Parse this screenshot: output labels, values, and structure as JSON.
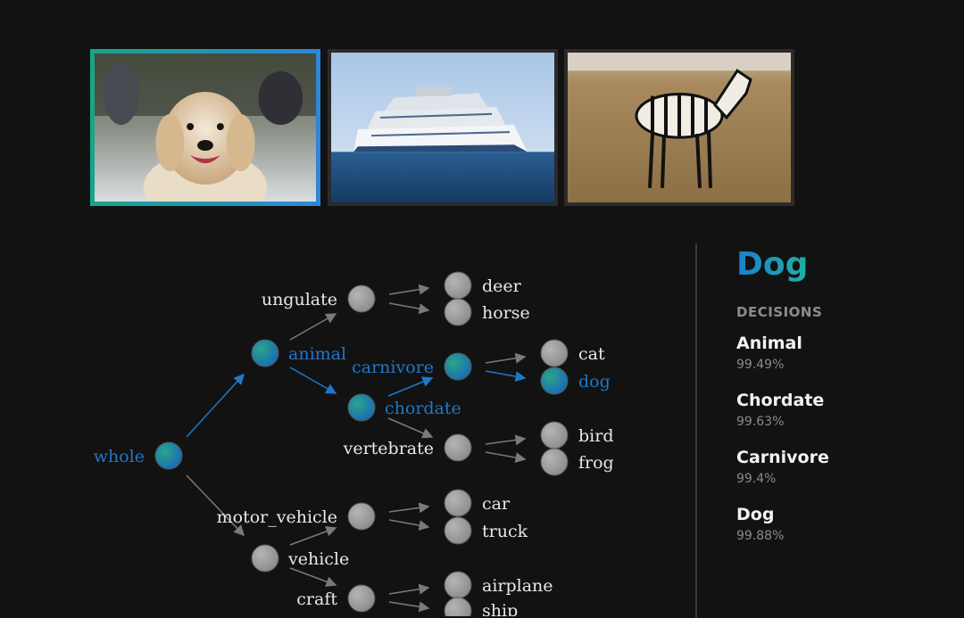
{
  "thumbnails": [
    {
      "name": "dog-image",
      "subject": "dog",
      "selected": true
    },
    {
      "name": "ship-image",
      "subject": "cruise ship",
      "selected": false
    },
    {
      "name": "zebra-image",
      "subject": "zebra",
      "selected": false
    }
  ],
  "tree": {
    "nodes": {
      "whole": "whole",
      "animal": "animal",
      "vehicle": "vehicle",
      "ungulate": "ungulate",
      "chordate": "chordate",
      "carnivore": "carnivore",
      "vertebrate": "vertebrate",
      "motor_vehicle": "motor_vehicle",
      "craft": "craft",
      "deer": "deer",
      "horse": "horse",
      "cat": "cat",
      "dog": "dog",
      "bird": "bird",
      "frog": "frog",
      "car": "car",
      "truck": "truck",
      "airplane": "airplane",
      "ship": "ship"
    },
    "active_path": [
      "whole",
      "animal",
      "chordate",
      "carnivore",
      "dog"
    ],
    "colors": {
      "active": "#1f78c8",
      "inactive_text": "#e8e8e8",
      "node_gray": "#9a9a9a",
      "edge_gray": "#7a7a7a"
    }
  },
  "panel": {
    "title": "Dog",
    "heading": "DECISIONS",
    "decisions": [
      {
        "label": "Animal",
        "value": "99.49%"
      },
      {
        "label": "Chordate",
        "value": "99.63%"
      },
      {
        "label": "Carnivore",
        "value": "99.4%"
      },
      {
        "label": "Dog",
        "value": "99.88%"
      }
    ]
  }
}
